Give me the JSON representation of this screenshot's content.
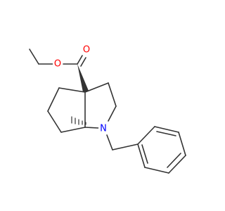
{
  "molecule": {
    "atoms": {
      "ester_oxygen": "O",
      "carbonyl_oxygen": "O",
      "ring_nitrogen": "N"
    },
    "colors": {
      "bond": "#333333",
      "oxygen": "#ff0000",
      "nitrogen": "#0000ff"
    }
  }
}
